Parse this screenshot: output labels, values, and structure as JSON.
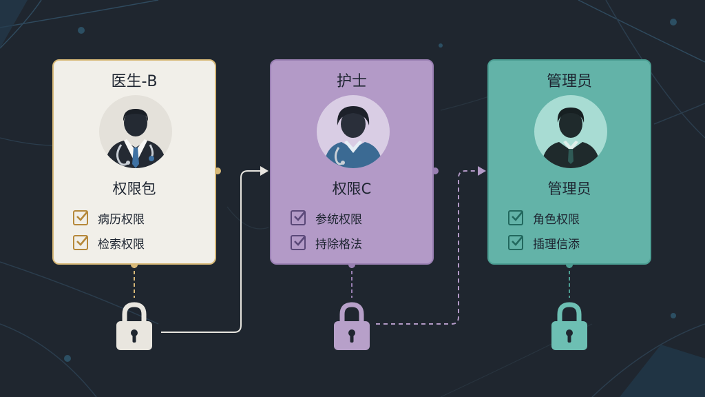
{
  "colors": {
    "background": "#1f262f",
    "doctor_card": "#f1efe9",
    "doctor_accent": "#d8b978",
    "nurse_card": "#b39ac7",
    "nurse_accent": "#9a80b3",
    "admin_card": "#63b3a8",
    "admin_accent": "#4c9e93"
  },
  "roles": [
    {
      "title": "医生-B",
      "icon": "doctor-avatar-icon",
      "permission_title": "权限包",
      "permissions": [
        "病历权限",
        "检索权限"
      ]
    },
    {
      "title": "护士",
      "icon": "nurse-avatar-icon",
      "permission_title": "权限C",
      "permissions": [
        "参统权限",
        "持除格法"
      ]
    },
    {
      "title": "管理员",
      "icon": "admin-avatar-icon",
      "permission_title": "管理员",
      "permissions": [
        "角色权限",
        "插理信添"
      ]
    }
  ],
  "locks": [
    {
      "icon": "padlock-icon",
      "color": "#f1efe9"
    },
    {
      "icon": "padlock-icon",
      "color": "#b39ac7"
    },
    {
      "icon": "padlock-icon",
      "color": "#63b3a8"
    }
  ]
}
